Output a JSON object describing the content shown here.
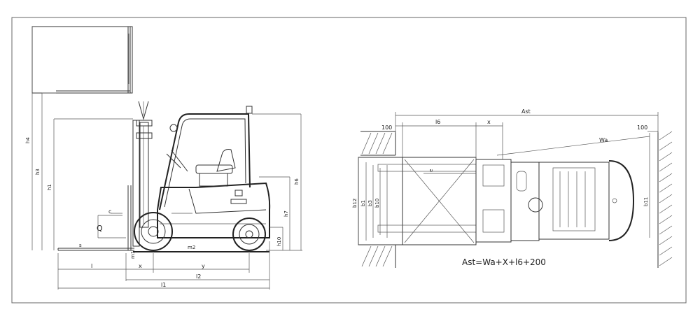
{
  "side_view": {
    "labels": {
      "h1": "h1",
      "h3": "h3",
      "h4": "h4",
      "h6": "h6",
      "h7": "h7",
      "h10": "h10",
      "m1": "m1",
      "m2": "m2",
      "c": "c",
      "Q": "Q",
      "s": "s",
      "l": "l",
      "x": "x",
      "y": "y",
      "l1": "l1",
      "l2": "l2"
    }
  },
  "top_view": {
    "labels": {
      "ast": "Ast",
      "d100_left": "100",
      "d100_right": "100",
      "l6": "l6",
      "x": "x",
      "wa": "Wa",
      "e": "e",
      "b12": "b12",
      "b1": "b1",
      "b3": "b3",
      "b10": "b10",
      "b11": "b11"
    },
    "formula": "Ast=Wa+X+l6+200"
  },
  "colors": {
    "line": "#333333",
    "background": "#ffffff",
    "border": "#555555"
  }
}
